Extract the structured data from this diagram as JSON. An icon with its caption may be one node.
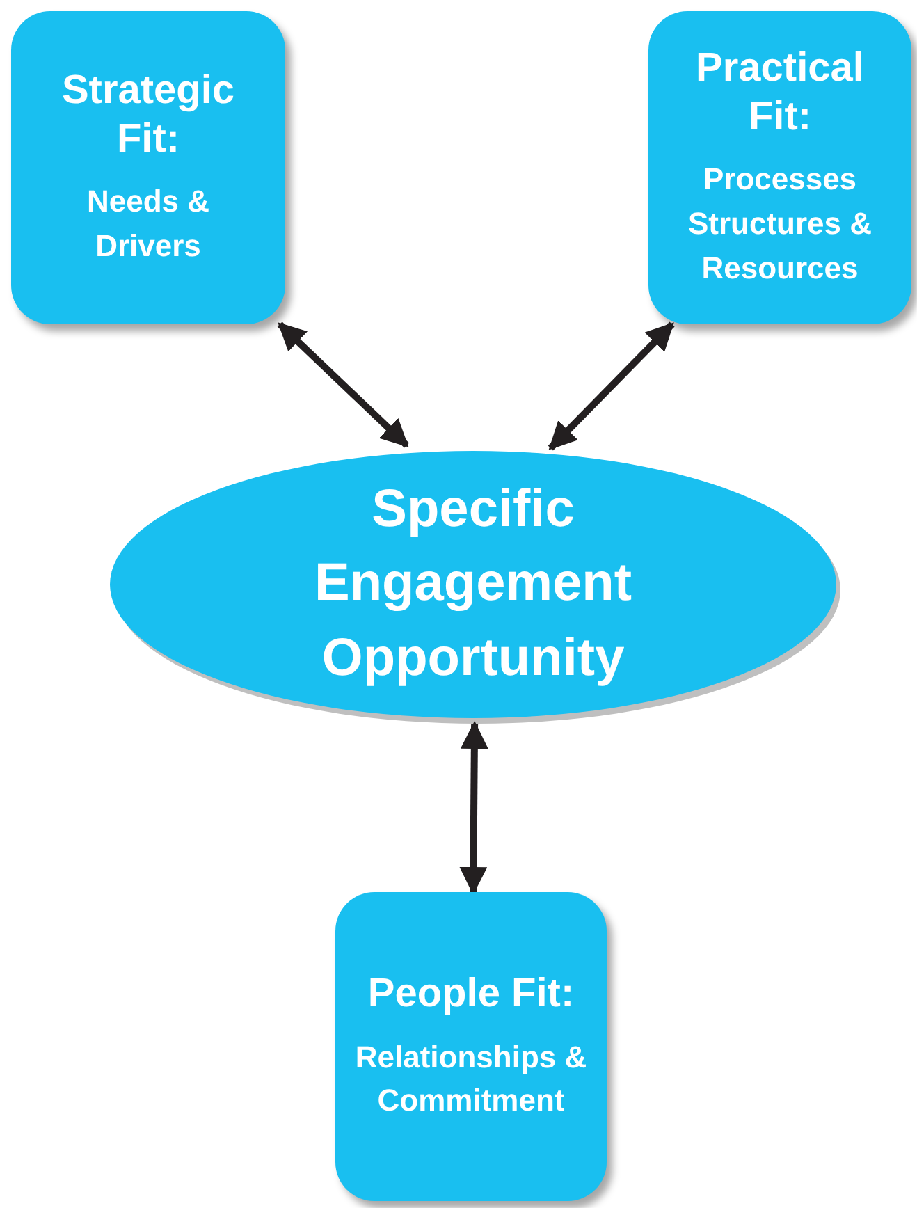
{
  "diagram": {
    "nodes": [
      {
        "text": [
          "Strategic Fit:",
          "Needs & Drivers"
        ]
      },
      {
        "text": [
          "Practical Fit:",
          "Processes Structures & Resources"
        ]
      },
      {
        "text": [
          "Specific Engagement Opportunity"
        ]
      },
      {
        "text": [
          "People Fit:",
          "Relationships & Commitment"
        ]
      }
    ],
    "edges": [
      {
        "from": 0,
        "to": 2,
        "arrow": "both"
      },
      {
        "from": 1,
        "to": 2,
        "arrow": "both"
      },
      {
        "from": 2,
        "to": 3,
        "arrow": "both"
      }
    ]
  }
}
